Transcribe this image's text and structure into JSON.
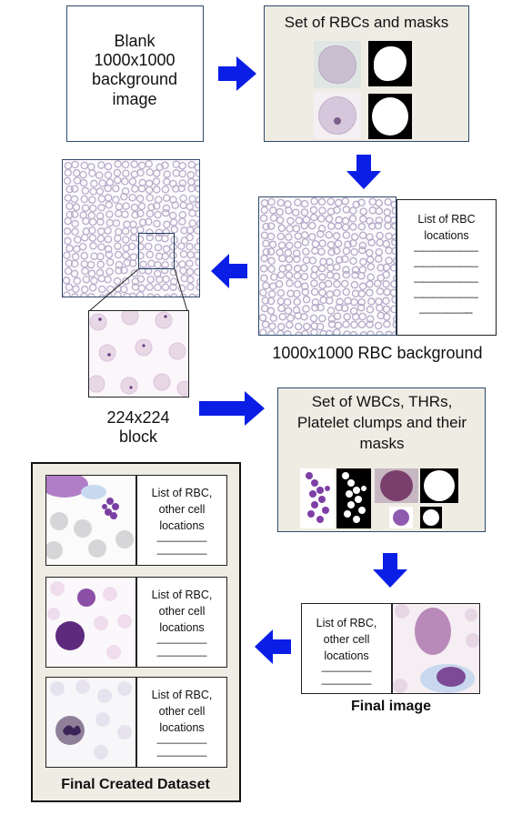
{
  "blank": {
    "text": "Blank 1000x1000 background image"
  },
  "set_rbcs": {
    "title": "Set of RBCs and masks"
  },
  "rbc_background": {
    "caption": "1000x1000 RBC background"
  },
  "rbc_list": {
    "title": "List of RBC locations",
    "dashes": "———————",
    "last_dashes": "—————---"
  },
  "block": {
    "caption_line1": "224x224",
    "caption_line2": "block"
  },
  "set_wbcs": {
    "title": "Set of WBCs, THRs, Platelet clumps and their masks"
  },
  "final_image": {
    "caption": "Final image",
    "list": "List of RBC, other cell locations",
    "dashes": "—————"
  },
  "dataset": {
    "title": "Final Created Dataset",
    "entries": [
      {
        "list": "List of RBC, other cell locations",
        "dashes": "—————"
      },
      {
        "list": "List of RBC, other cell locations",
        "dashes": "—————"
      },
      {
        "list": "List of RBC, other cell locations",
        "dashes": "—————"
      }
    ]
  },
  "colors": {
    "arrow": "#0a1ee6",
    "panel_fill": "#efece3",
    "panel_border": "#2e4a6b",
    "cell": "#c9c3d8",
    "cell_dark": "#5b2a86"
  },
  "icons": [
    "arrow-right-icon",
    "arrow-down-icon",
    "arrow-left-icon"
  ]
}
